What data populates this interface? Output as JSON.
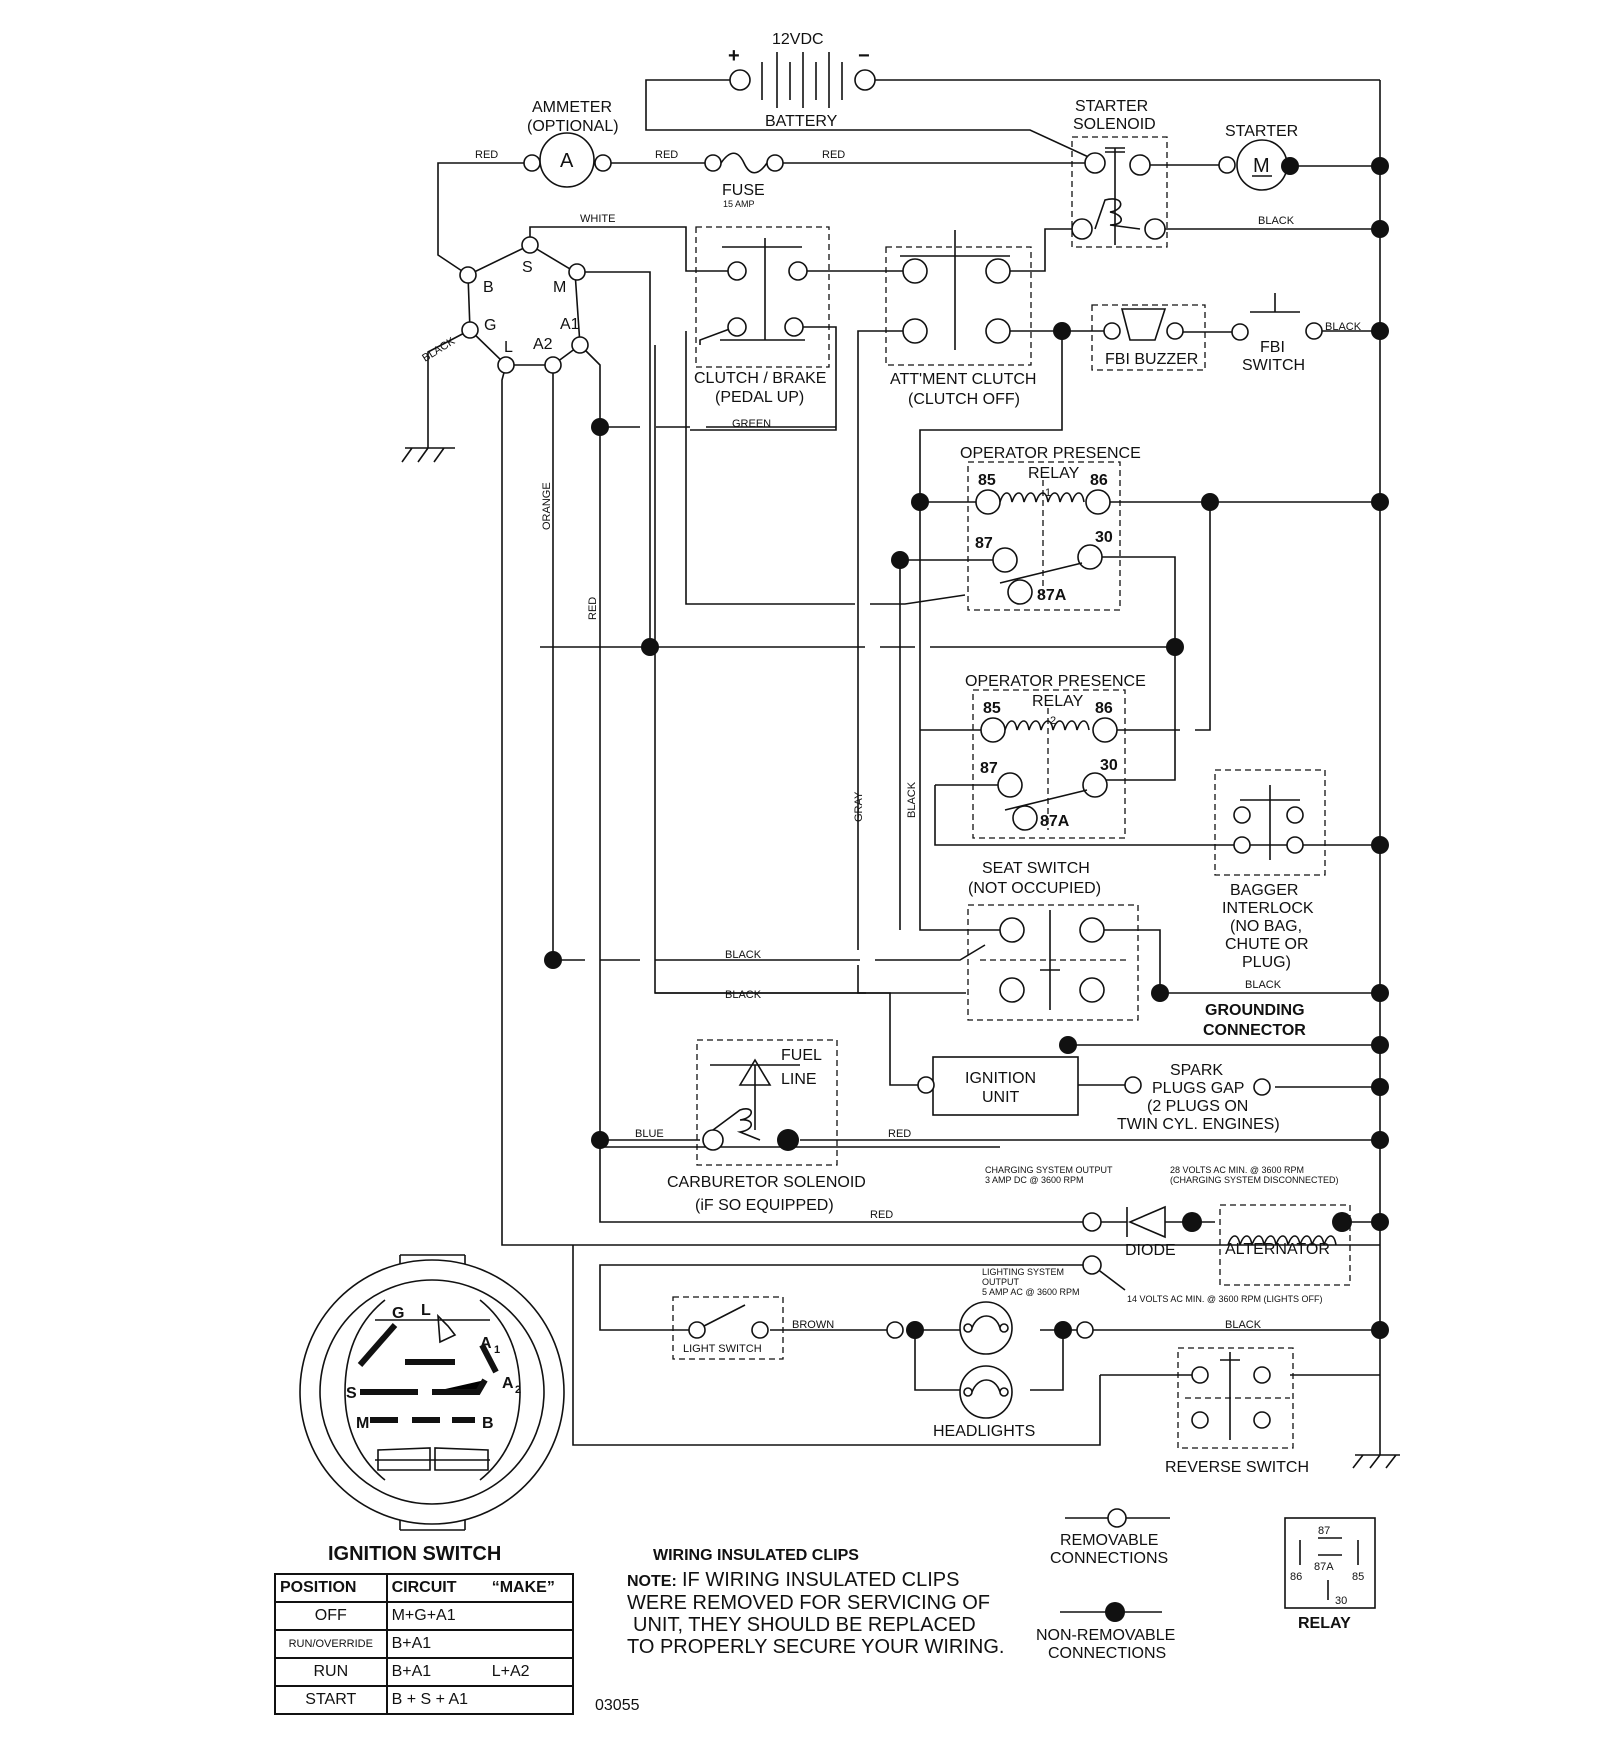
{
  "diagram": {
    "battery": {
      "voltage": "12VDC",
      "plus": "+",
      "minus": "−",
      "label": "BATTERY"
    },
    "ammeter": {
      "label": "AMMETER",
      "sub": "(OPTIONAL)",
      "symbol": "A"
    },
    "fuse": {
      "label": "FUSE",
      "rating": "15 AMP"
    },
    "starter_solenoid": {
      "line1": "STARTER",
      "line2": "SOLENOID"
    },
    "starter": {
      "label": "STARTER",
      "symbol": "M"
    },
    "wires": {
      "red": "RED",
      "white": "WHITE",
      "black": "BLACK",
      "green": "GREEN",
      "orange": "ORANGE",
      "gray": "GRAY",
      "blue": "BLUE",
      "brown": "BROWN"
    },
    "ignition_terminals": {
      "B": "B",
      "S": "S",
      "M": "M",
      "G": "G",
      "L": "L",
      "A2": "A2",
      "A1": "A1"
    },
    "clutch_brake": {
      "line1": "CLUTCH / BRAKE",
      "line2": "(PEDAL UP)"
    },
    "attment_clutch": {
      "line1": "ATT'MENT CLUTCH",
      "line2": "(CLUTCH OFF)"
    },
    "fbi_buzzer": "FBI BUZZER",
    "fbi_switch": {
      "line1": "FBI",
      "line2": "SWITCH"
    },
    "relay1": {
      "title": "OPERATOR PRESENCE",
      "relay": "RELAY",
      "num": "1",
      "p85": "85",
      "p86": "86",
      "p87": "87",
      "p30": "30",
      "p87a": "87A"
    },
    "relay2": {
      "title": "OPERATOR PRESENCE",
      "relay": "RELAY",
      "num": "2",
      "p85": "85",
      "p86": "86",
      "p87": "87",
      "p30": "30",
      "p87a": "87A"
    },
    "seat_switch": {
      "line1": "SEAT SWITCH",
      "line2": "(NOT OCCUPIED)"
    },
    "bagger": {
      "l1": "BAGGER",
      "l2": "INTERLOCK",
      "l3": "(NO BAG,",
      "l4": "CHUTE OR",
      "l5": "PLUG)"
    },
    "grounding": {
      "l1": "GROUNDING",
      "l2": "CONNECTOR"
    },
    "fuel_line": {
      "l1": "FUEL",
      "l2": "LINE"
    },
    "ignition_unit": {
      "l1": "IGNITION",
      "l2": "UNIT"
    },
    "spark": {
      "l1": "SPARK",
      "l2": "PLUGS GAP",
      "l3": "(2 PLUGS ON",
      "l4": "TWIN CYL. ENGINES)"
    },
    "carb": {
      "l1": "CARBURETOR SOLENOID",
      "l2": "(iF SO EQUIPPED)"
    },
    "charging": {
      "l1": "CHARGING SYSTEM OUTPUT",
      "l2": "3 AMP DC @ 3600 RPM",
      "r1": "28 VOLTS AC MIN. @ 3600 RPM",
      "r2": "(CHARGING SYSTEM DISCONNECTED)"
    },
    "diode": "DIODE",
    "alternator": "ALTERNATOR",
    "lighting": {
      "l1": "LIGHTING SYSTEM",
      "l2": "OUTPUT",
      "l3": "5 AMP AC @ 3600 RPM",
      "r1": "14 VOLTS AC MIN. @ 3600 RPM (LIGHTS OFF)"
    },
    "light_switch": "LIGHT SWITCH",
    "headlights": "HEADLIGHTS",
    "reverse_switch": "REVERSE SWITCH",
    "removable": {
      "l1": "REMOVABLE",
      "l2": "CONNECTIONS"
    },
    "non_removable": {
      "l1": "NON-REMOVABLE",
      "l2": "CONNECTIONS"
    },
    "relay_legend": {
      "p87": "87",
      "p86": "86",
      "p87a": "87A",
      "p85": "85",
      "p30": "30",
      "label": "RELAY"
    },
    "ignition_switch_title": "IGNITION SWITCH",
    "clips": {
      "title": "WIRING INSULATED CLIPS",
      "note_bold": "NOTE:",
      "l1": "IF WIRING INSULATED CLIPS",
      "l2": "WERE REMOVED FOR SERVICING OF",
      "l3": "UNIT, THEY SHOULD BE REPLACED",
      "l4": "TO PROPERLY SECURE YOUR WIRING."
    },
    "code": "03055",
    "switch_face": {
      "G": "G",
      "L": "L",
      "A1": "A",
      "A1s": "1",
      "A2": "A",
      "A2s": "2",
      "S": "S",
      "M": "M",
      "B": "B"
    }
  },
  "ignition_table": {
    "headers": [
      "POSITION",
      "CIRCUIT",
      "“MAKE”"
    ],
    "rows": [
      {
        "position": "OFF",
        "circuit": "M+G+A1",
        "make": ""
      },
      {
        "position": "RUN/OVERRIDE",
        "circuit": "B+A1",
        "make": ""
      },
      {
        "position": "RUN",
        "circuit": "B+A1",
        "make": "L+A2"
      },
      {
        "position": "START",
        "circuit": "B + S + A1",
        "make": ""
      }
    ]
  }
}
